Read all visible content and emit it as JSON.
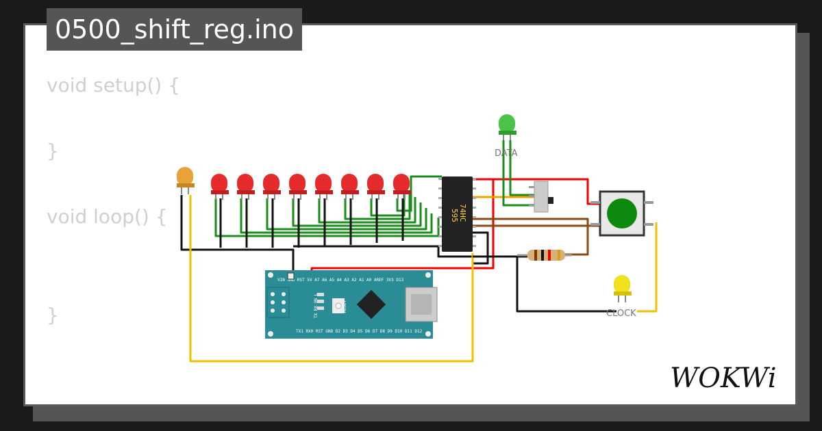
{
  "title": "0500_shift_reg.ino",
  "code": {
    "lines": [
      "void setup() {",
      "}",
      "void loop() {",
      "}"
    ]
  },
  "circuit": {
    "led_labels": {
      "data": "DATA",
      "clock": "CLOCK"
    },
    "chip_label_line1": "74HC",
    "chip_label_line2": "595",
    "board_top_pins": "VIN GND RST 5V A7 A6 A5 A4 A3 A2 A1 A0 AREF 3V3 D13",
    "board_bottom_pins": "TX1 RX0 RST GND D2 D3 D4 D5 D6 D7 D8 D9 D10 D11 D12",
    "board_side_text": "TX RX ON L",
    "reset_text": "RESET"
  },
  "brand": "WOKWi"
}
